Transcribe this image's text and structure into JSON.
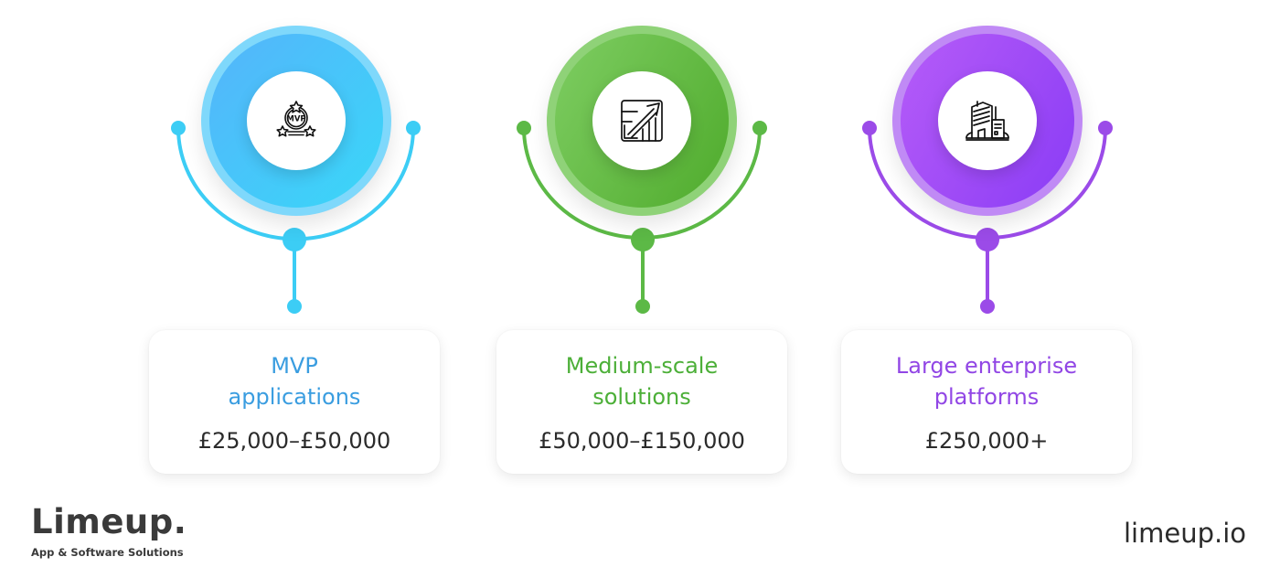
{
  "tiers": [
    {
      "id": "mvp",
      "title": "MVP\napplications",
      "price": "£25,000–£50,000",
      "icon": "mvp-award-icon",
      "colors": {
        "accent": "#3ccdf5",
        "ring_light": "#7fd8fb",
        "grad_start": "#55b4fb",
        "grad_end": "#39d7f8",
        "title": "#3a9de0"
      }
    },
    {
      "id": "medium",
      "title": "Medium-scale\nsolutions",
      "price": "£50,000–£150,000",
      "icon": "scale-up-chart-icon",
      "colors": {
        "accent": "#5cb946",
        "ring_light": "#8fd278",
        "grad_start": "#7ecd62",
        "grad_end": "#4fab2c",
        "title": "#4caf38"
      }
    },
    {
      "id": "enterprise",
      "title": "Large enterprise\nplatforms",
      "price": "£250,000+",
      "icon": "office-building-icon",
      "colors": {
        "accent": "#9b4be8",
        "ring_light": "#c08af5",
        "grad_start": "#b65cf8",
        "grad_end": "#8a3cf5",
        "title": "#9146e5"
      }
    }
  ],
  "footer": {
    "brand": "Limeup.",
    "tagline": "App & Software Solutions",
    "website": "limeup.io"
  }
}
